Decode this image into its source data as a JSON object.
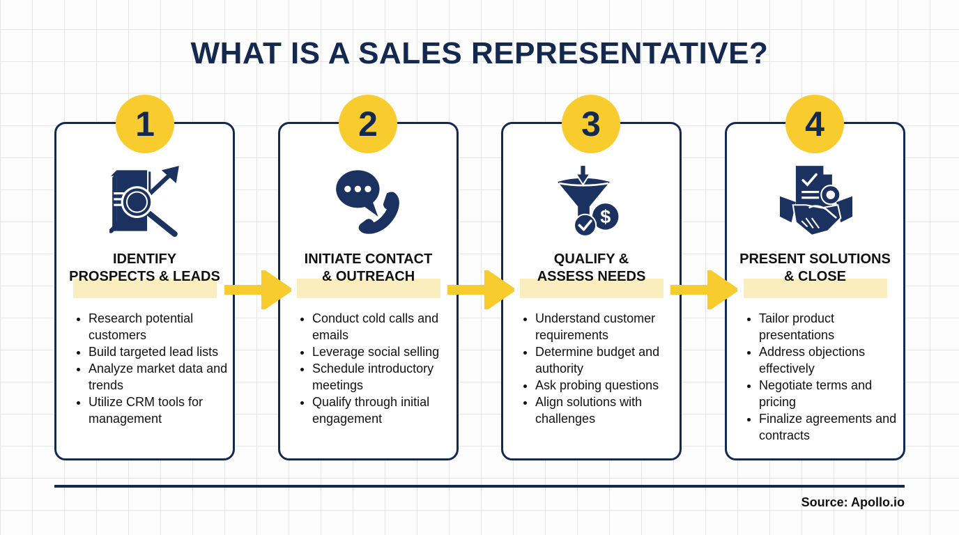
{
  "title": "WHAT IS A SALES REPRESENTATIVE?",
  "colors": {
    "navy": "#14294f",
    "yellow": "#f8cb2e",
    "highlight": "#fbeebe",
    "grid": "#e6e6e6"
  },
  "steps": [
    {
      "number": "1",
      "icon": "document-search-growth-icon",
      "heading_line1": "IDENTIFY",
      "heading_line2": "PROSPECTS & LEADS",
      "bullets": [
        "Research potential customers",
        "Build targeted lead lists",
        "Analyze market data and trends",
        "Utilize CRM tools for management"
      ]
    },
    {
      "number": "2",
      "icon": "chat-phone-icon",
      "heading_line1": "INITIATE CONTACT",
      "heading_line2": "& OUTREACH",
      "bullets": [
        "Conduct cold calls and emails",
        "Leverage social selling",
        "Schedule introductory meetings",
        "Qualify through initial engagement"
      ]
    },
    {
      "number": "3",
      "icon": "funnel-check-dollar-icon",
      "heading_line1": "QUALIFY &",
      "heading_line2": "ASSESS NEEDS",
      "bullets": [
        "Understand customer requirements",
        "Determine budget and authority",
        "Ask probing questions",
        "Align solutions with challenges"
      ]
    },
    {
      "number": "4",
      "icon": "handshake-contract-icon",
      "heading_line1": "PRESENT SOLUTIONS",
      "heading_line2": "& CLOSE",
      "bullets": [
        "Tailor product presentations",
        "Address objections effectively",
        "Negotiate terms and pricing",
        "Finalize agreements and contracts"
      ]
    }
  ],
  "arrows": [
    "arrow-right-icon",
    "arrow-right-icon",
    "arrow-right-icon"
  ],
  "footer": {
    "source": "Source: Apollo.io"
  }
}
